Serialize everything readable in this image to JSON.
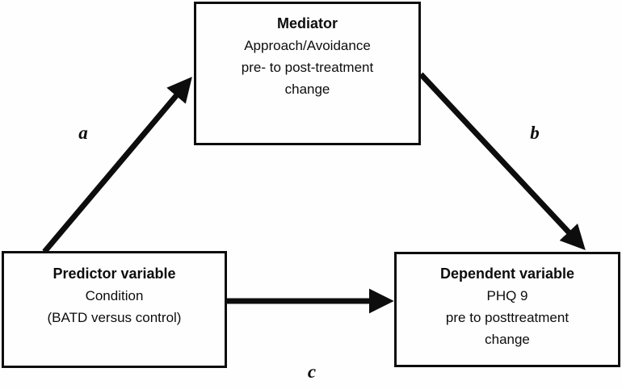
{
  "diagram": {
    "nodes": {
      "mediator": {
        "title": "Mediator",
        "lines": [
          "Approach/Avoidance",
          "pre- to post-treatment",
          "change"
        ]
      },
      "predictor": {
        "title": "Predictor variable",
        "lines": [
          "Condition",
          "(BATD versus control)"
        ]
      },
      "dependent": {
        "title": "Dependent variable",
        "lines": [
          "PHQ 9",
          "pre to posttreatment",
          "change"
        ]
      }
    },
    "path_labels": {
      "a": "a",
      "b": "b",
      "c": "c"
    },
    "colors": {
      "ink": "#0d0d0d",
      "background": "#fefefe"
    }
  }
}
